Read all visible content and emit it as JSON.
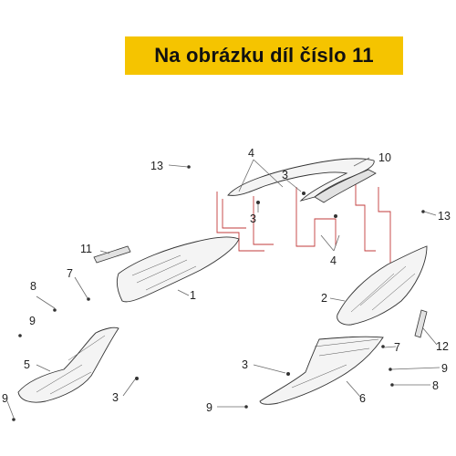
{
  "banner": {
    "text": "Na obrázku díl číslo 11",
    "color": "#f5c400"
  },
  "callouts": {
    "c13a": "13",
    "c4a": "4",
    "c10": "10",
    "c3a": "3",
    "c3b": "3",
    "c13b": "13",
    "c11": "11",
    "c7a": "7",
    "c1": "1",
    "c4b": "4",
    "c8a": "8",
    "c9a": "9",
    "c2": "2",
    "c5": "5",
    "c12": "12",
    "c7b": "7",
    "c3c": "3",
    "c3d": "3",
    "c9b": "9",
    "c9c": "9",
    "c8b": "8",
    "c6": "6",
    "c9d": "9"
  }
}
